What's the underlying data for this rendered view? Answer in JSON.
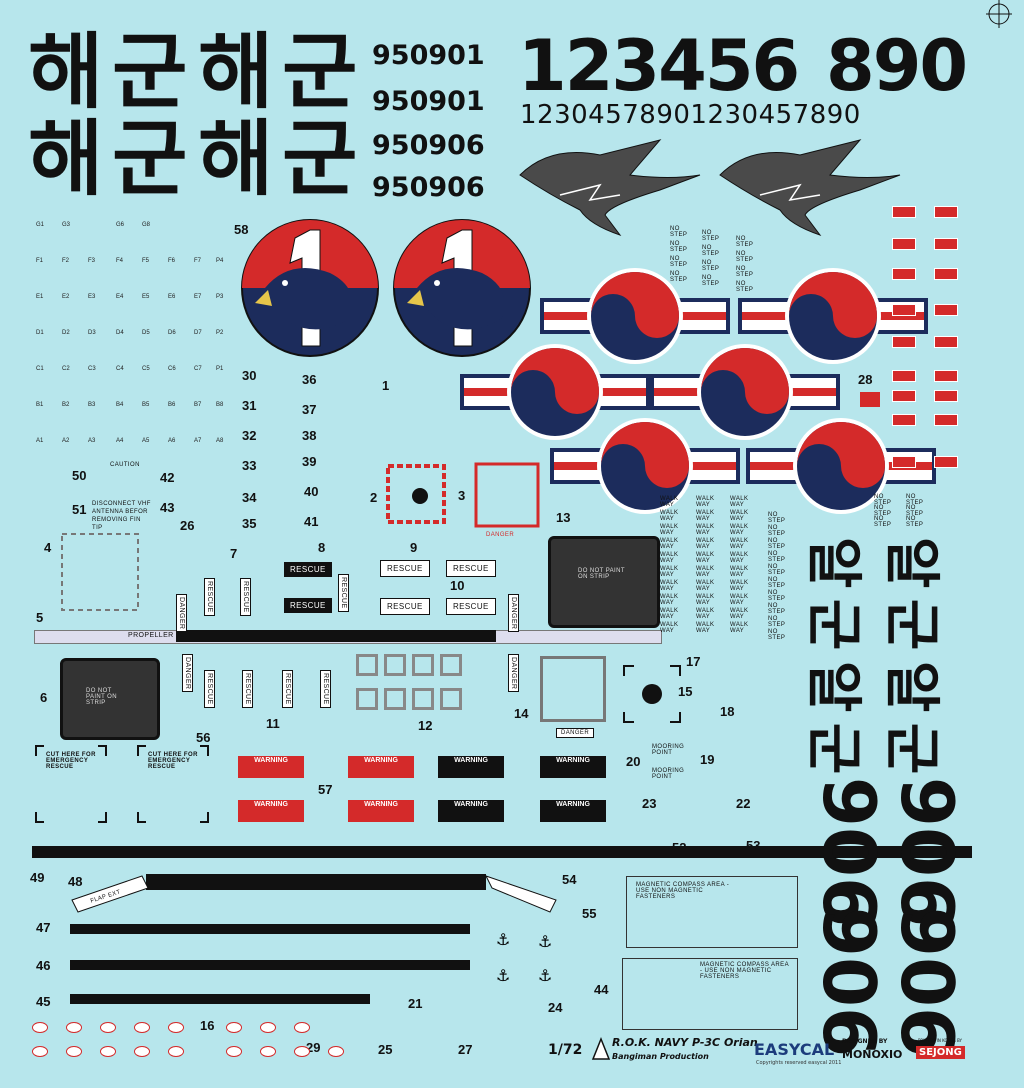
{
  "hangul_top": [
    "해",
    "군",
    "해",
    "군",
    "해",
    "군",
    "해",
    "군"
  ],
  "serials": [
    "950901",
    "950901",
    "950906",
    "950906"
  ],
  "digits_large": [
    "123456",
    "890"
  ],
  "digits_small": "12304578901230457890",
  "grid_rows": [
    [
      "G1",
      "G3",
      "",
      "G6",
      "G8"
    ],
    [
      "F1",
      "F2",
      "F3",
      "F4",
      "F5",
      "F6",
      "F7",
      "P4"
    ],
    [
      "E1",
      "E2",
      "E3",
      "E4",
      "E5",
      "E6",
      "E7",
      "P3"
    ],
    [
      "D1",
      "D2",
      "D3",
      "D4",
      "D5",
      "D6",
      "D7",
      "P2"
    ],
    [
      "C1",
      "C2",
      "C3",
      "C4",
      "C5",
      "C6",
      "C7",
      "P1"
    ],
    [
      "B1",
      "B2",
      "B3",
      "B4",
      "B5",
      "B6",
      "B7",
      "B8"
    ],
    [
      "A1",
      "A2",
      "A3",
      "A4",
      "A5",
      "A6",
      "A7",
      "A8"
    ]
  ],
  "decal_numbers": {
    "n1": "1",
    "n2": "2",
    "n3": "3",
    "n4": "4",
    "n5": "5",
    "n6": "6",
    "n7": "7",
    "n8": "8",
    "n9": "9",
    "n10": "10",
    "n11": "11",
    "n12": "12",
    "n13": "13",
    "n14": "14",
    "n15": "15",
    "n16": "16",
    "n17": "17",
    "n18": "18",
    "n19": "19",
    "n20": "20",
    "n21": "21",
    "n22": "22",
    "n23": "23",
    "n24": "24",
    "n25": "25",
    "n26": "26",
    "n27": "27",
    "n28": "28",
    "n29": "29",
    "n30": "30",
    "n31": "31",
    "n32": "32",
    "n33": "33",
    "n34": "34",
    "n35": "35",
    "n36": "36",
    "n37": "37",
    "n38": "38",
    "n39": "39",
    "n40": "40",
    "n41": "41",
    "n42": "42",
    "n43": "43",
    "n44": "44",
    "n45": "45",
    "n46": "46",
    "n47": "47",
    "n48": "48",
    "n49": "49",
    "n50": "50",
    "n51": "51",
    "n52": "52",
    "n53": "53",
    "n54": "54",
    "n55": "55",
    "n56": "56",
    "n57": "57",
    "n58": "58"
  },
  "texts": {
    "rescue": "RESCUE",
    "danger": "DANGER",
    "warning": "WARNING",
    "no_step": "NO STEP",
    "walk_way": "WALK WAY",
    "caution": "CAUTION",
    "do_not_paint": "DO NOT PAINT ON STRIP",
    "cut_here": "CUT HERE FOR EMERGENCY RESCUE",
    "disconnect": "DISCONNECT VHF ANTENNA BEFOR REMOVING FIN TIP",
    "propeller": "PROPELLER",
    "mooring": "MOORING POINT",
    "magnetic": "MAGNETIC COMPASS AREA - USE NON MAGNETIC FASTENERS",
    "flap_ext": "FLAP EXT",
    "scale": "1/72",
    "title": "R.O.K. NAVY P-3C Orian",
    "producer": "Bangiman Production",
    "brand": "EASYCAL",
    "copyright": "Copyrights reserved easycal 2011",
    "designed_by": "DESIGNED BY",
    "monoxio": "MONOXIO",
    "sejong": "SEJONG",
    "printed_by": "PRINTED IN KOREA BY"
  },
  "hangul_side": [
    "알",
    "군",
    "알",
    "군",
    "알",
    "군",
    "알",
    "군"
  ],
  "serial_side": [
    "906",
    "906",
    "906",
    "906"
  ],
  "colors": {
    "background": "#b7e6ec",
    "red": "#d42a2a",
    "navy": "#1c2c5c",
    "black": "#111111",
    "grey": "#4a4a4a"
  }
}
